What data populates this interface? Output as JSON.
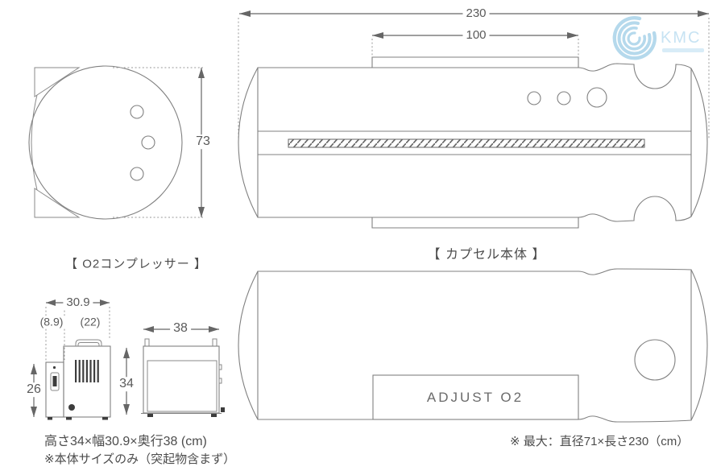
{
  "colors": {
    "line": "#808080",
    "dimension": "#666666",
    "text": "#4c4c4c",
    "logo_blue": "#b5d9ec",
    "logo_text_blue": "#c7e3f3"
  },
  "logo": {
    "text": "KMC",
    "icon": "wave-arcs-icon"
  },
  "views": {
    "front": {
      "height_dim": "73"
    },
    "side": {
      "label": "【 カプセル本体 】",
      "total_length_dim": "230",
      "window_length_dim": "100"
    },
    "top": {
      "panel_text": "ADJUST O2",
      "max_size_note": "※ 最大：直径71×長さ230（cm）"
    }
  },
  "compressor": {
    "label": "【 O2コンプレッサー 】",
    "width_dim": "30.9",
    "left_width_dim": "(8.9)",
    "right_width_dim": "(22)",
    "left_height_dim": "26",
    "height_dim": "34",
    "depth_dim": "38",
    "size_text": "高さ34×幅30.9×奥行38 (cm)",
    "size_note": "※本体サイズのみ（突起物含まず）"
  }
}
